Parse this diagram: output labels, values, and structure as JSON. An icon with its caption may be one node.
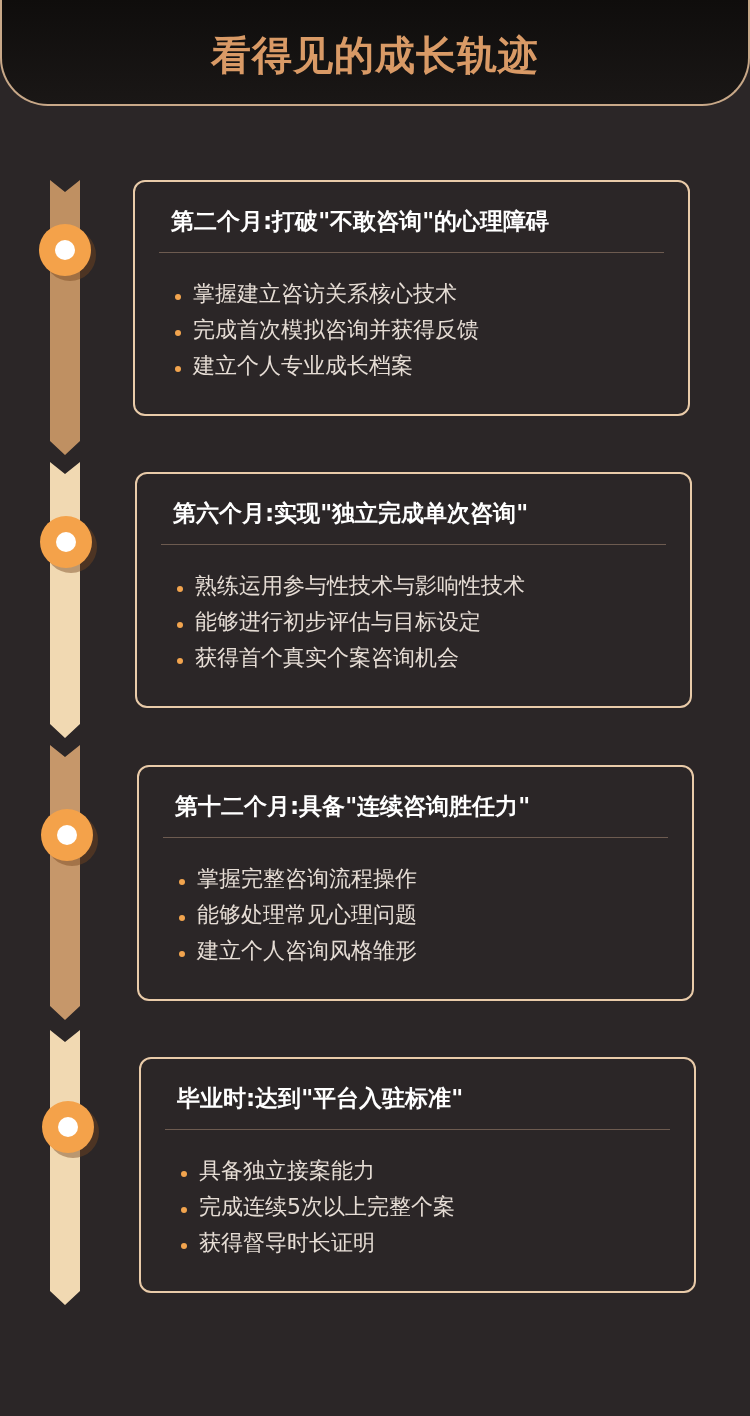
{
  "diagram": {
    "title": "看得见的成长轨迹",
    "nodes": [
      {
        "text": [
          "第二个月:打破\"不敢咨询\"的心理障碍",
          "掌握建立咨访关系核心技术",
          "完成首次模拟咨询并获得反馈",
          "建立个人专业成长档案"
        ]
      },
      {
        "text": [
          "第六个月:实现\"独立完成单次咨询\"",
          "熟练运用参与性技术与影响性技术",
          "能够进行初步评估与目标设定",
          "获得首个真实个案咨询机会"
        ]
      },
      {
        "text": [
          "第十二个月:具备\"连续咨询胜任力\"",
          "掌握完整咨询流程操作",
          "能够处理常见心理问题",
          "建立个人咨询风格雏形"
        ]
      },
      {
        "text": [
          "毕业时:达到\"平台入驻标准\"",
          "具备独立接案能力",
          "完成连续5次以上完整个案",
          "获得督导时长证明"
        ]
      }
    ]
  }
}
